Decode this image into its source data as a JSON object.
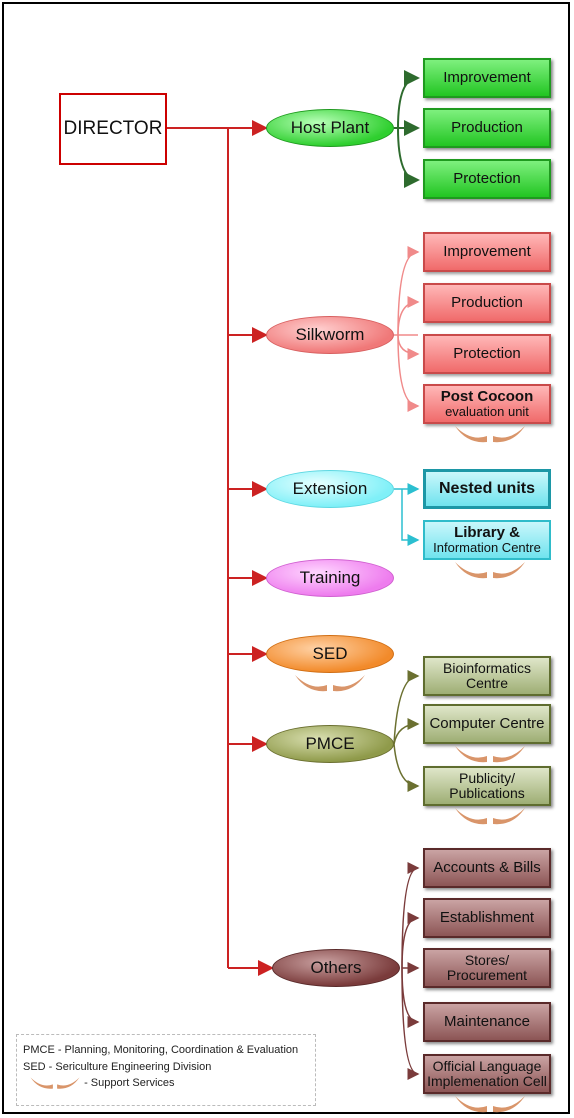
{
  "director": "DIRECTOR",
  "units": {
    "host_plant": "Host Plant",
    "silkworm": "Silkworm",
    "extension": "Extension",
    "training": "Training",
    "sed": "SED",
    "pmce": "PMCE",
    "others": "Others"
  },
  "host_plant_sections": [
    "Improvement",
    "Production",
    "Protection"
  ],
  "silkworm_sections": [
    "Improvement",
    "Production",
    "Protection"
  ],
  "post_cocoon": {
    "title": "Post Cocoon",
    "subtitle": "evaluation unit"
  },
  "extension_sections": {
    "nested": "Nested units",
    "library_title": "Library &",
    "library_subtitle": "Information Centre"
  },
  "pmce_sections": [
    "Bioinformatics Centre",
    "Computer Centre",
    "Publicity/ Publications"
  ],
  "others_sections": [
    "Accounts & Bills",
    "Establishment",
    "Stores/ Procurement",
    "Maintenance"
  ],
  "official_language": {
    "line1": "Official Language",
    "line2": "Implemenation Cell"
  },
  "legend": {
    "pmce": "PMCE - Planning, Monitoring, Coordination & Evaluation",
    "sed": "SED - Sericulture Engineering Division",
    "support": "- Support Services"
  },
  "colors": {
    "trunk": "#cc2222",
    "host_plant": "#2fcf2f",
    "silkworm": "#f07878",
    "extension": "#7ff0f8",
    "training": "#ee7cee",
    "sed": "#f28a2a",
    "pmce": "#8f9a4a",
    "others": "#7a3b3b",
    "hands": "#d9956a"
  }
}
